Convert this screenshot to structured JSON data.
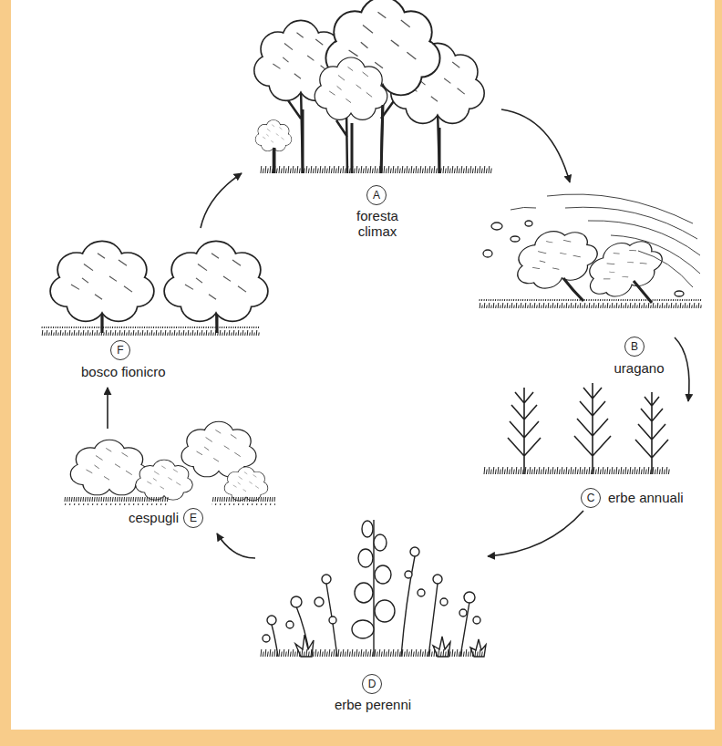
{
  "diagram": {
    "nodes": [
      {
        "text": [
          "A",
          "foresta climax"
        ]
      },
      {
        "text": [
          "B",
          "uragano"
        ]
      },
      {
        "text": [
          "C",
          "erbe annuali"
        ]
      },
      {
        "text": [
          "D",
          "erbe perenni"
        ]
      },
      {
        "text": [
          "E",
          "cespugli"
        ]
      },
      {
        "text": [
          "F",
          "bosco fionicro"
        ]
      }
    ],
    "edges": [
      {
        "from": 0,
        "to": 1,
        "arrow": "to"
      },
      {
        "from": 1,
        "to": 2,
        "arrow": "to"
      },
      {
        "from": 2,
        "to": 3,
        "arrow": "to"
      },
      {
        "from": 3,
        "to": 4,
        "arrow": "to"
      },
      {
        "from": 4,
        "to": 5,
        "arrow": "to"
      },
      {
        "from": 5,
        "to": 0,
        "arrow": "to"
      }
    ]
  }
}
